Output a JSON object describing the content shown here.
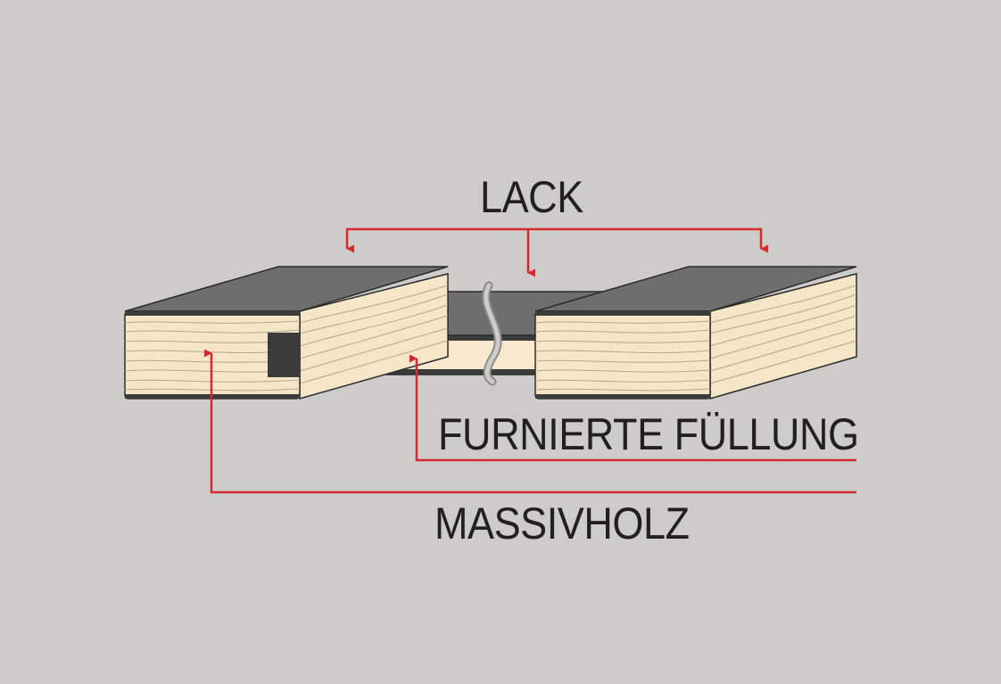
{
  "labels": {
    "lack": "LACK",
    "fill": "FURNIERTE FÜLLUNG",
    "wood": "MASSIVHOLZ"
  },
  "colors": {
    "background": "#cdccca",
    "lacquer": "#6e6e6e",
    "lacquer_dark": "#3b3b3b",
    "wood": "#f5e6c8",
    "wood_grain": "#b7a587",
    "leader": "#d7282f",
    "text": "#231f20"
  }
}
